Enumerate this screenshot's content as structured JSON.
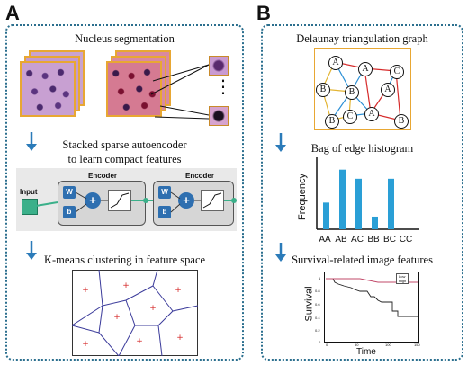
{
  "panel_a": {
    "letter": "A",
    "steps": [
      "Nucleus segmentation",
      "Stacked sparse autoencoder",
      "to  learn compact features",
      "K-means clustering in feature space"
    ],
    "autoencoder": {
      "input_label": "Input",
      "encoder_label": "Encoder",
      "w_label": "W",
      "b_label": "b",
      "plus": "+"
    },
    "ellipsis": "⋮"
  },
  "panel_b": {
    "letter": "B",
    "steps": [
      "Delaunay triangulation graph",
      "Bag of edge histogram",
      "Survival-related image features"
    ],
    "graph_nodes": [
      "A",
      "A",
      "B",
      "A",
      "C",
      "B",
      "B",
      "C",
      "A",
      "B"
    ],
    "histogram": {
      "ylabel": "Frequency",
      "categories": [
        "AA",
        "AB",
        "AC",
        "BB",
        "BC",
        "CC"
      ],
      "values": [
        0.38,
        0.85,
        0.72,
        0.18,
        0.72,
        0
      ]
    },
    "survival": {
      "ylabel": "Survival",
      "xlabel": "Time",
      "legend": [
        "Low",
        "High"
      ],
      "y_ticks": [
        "1",
        "0.8",
        "0.6",
        "0.4",
        "0.2",
        "0"
      ],
      "x_ticks": [
        "0",
        "50",
        "100",
        "150"
      ]
    }
  },
  "colors": {
    "accent": "#2b6f8e",
    "arrow": "#2b7bb9",
    "bar": "#2a9fd6",
    "frame": "#e8a733",
    "edge_red": "#d62b2b",
    "edge_blue": "#2a8fd6",
    "edge_yellow": "#e3b534"
  }
}
